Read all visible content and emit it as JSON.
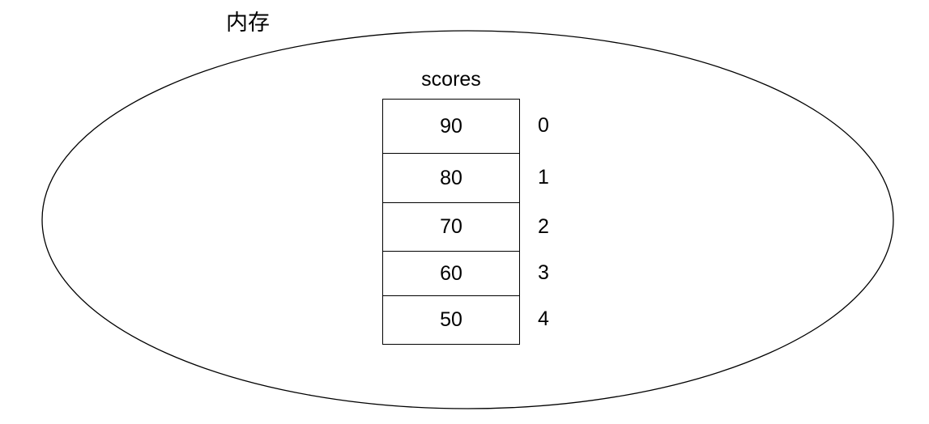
{
  "diagram": {
    "container_label": "内存",
    "array_name": "scores",
    "cells": [
      {
        "value": "90",
        "index": "0"
      },
      {
        "value": "80",
        "index": "1"
      },
      {
        "value": "70",
        "index": "2"
      },
      {
        "value": "60",
        "index": "3"
      },
      {
        "value": "50",
        "index": "4"
      }
    ],
    "colors": {
      "stroke": "#000000",
      "text": "#000000",
      "background": "#ffffff"
    }
  }
}
